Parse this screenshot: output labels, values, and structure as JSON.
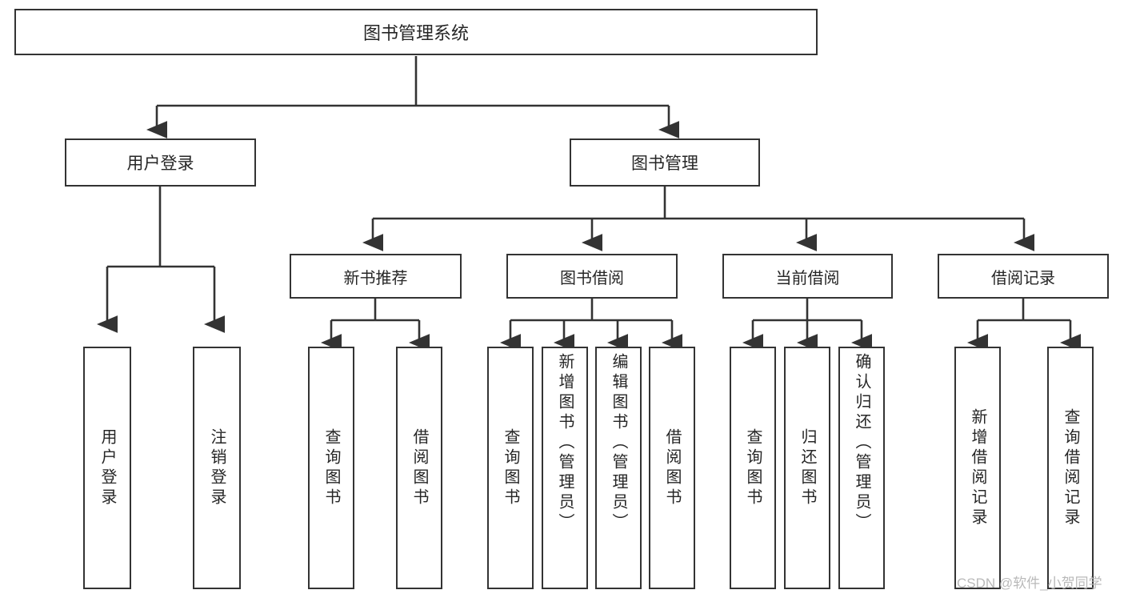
{
  "diagram": {
    "title": "图书管理系统",
    "type": "tree-hierarchy-diagram",
    "root": {
      "label": "图书管理系统"
    },
    "level2": [
      {
        "label": "用户登录"
      },
      {
        "label": "图书管理"
      }
    ],
    "level3": [
      {
        "label": "新书推荐"
      },
      {
        "label": "图书借阅"
      },
      {
        "label": "当前借阅"
      },
      {
        "label": "借阅记录"
      }
    ],
    "leaves": [
      {
        "label": "用户登录",
        "parent": "用户登录"
      },
      {
        "label": "注销登录",
        "parent": "用户登录"
      },
      {
        "label": "查询图书",
        "parent": "新书推荐"
      },
      {
        "label": "借阅图书",
        "parent": "新书推荐"
      },
      {
        "label": "查询图书",
        "parent": "图书借阅"
      },
      {
        "label": "新增图书（管理员）",
        "parent": "图书借阅"
      },
      {
        "label": "编辑图书（管理员）",
        "parent": "图书借阅"
      },
      {
        "label": "借阅图书",
        "parent": "图书借阅"
      },
      {
        "label": "查询图书",
        "parent": "当前借阅"
      },
      {
        "label": "归还图书",
        "parent": "当前借阅"
      },
      {
        "label": "确认归还（管理员）",
        "parent": "当前借阅"
      },
      {
        "label": "新增借阅记录",
        "parent": "借阅记录"
      },
      {
        "label": "查询借阅记录",
        "parent": "借阅记录"
      }
    ],
    "watermark": "CSDN @软件_小贺同学",
    "colors": {
      "border": "#333333",
      "text": "#262626",
      "background": "#ffffff",
      "watermark": "#b9b9b9"
    }
  }
}
